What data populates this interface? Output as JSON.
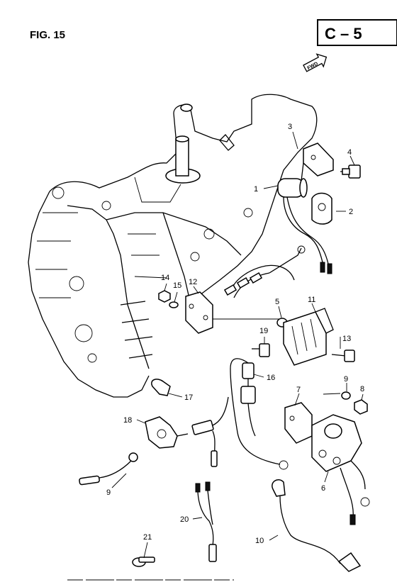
{
  "figure": {
    "title": "FIG. 15",
    "code": "C – 5",
    "fwd_label": "FWD"
  },
  "callouts": [
    {
      "id": "c1",
      "text": "1"
    },
    {
      "id": "c2",
      "text": "2"
    },
    {
      "id": "c3",
      "text": "3"
    },
    {
      "id": "c4",
      "text": "4"
    },
    {
      "id": "c5",
      "text": "5"
    },
    {
      "id": "c6",
      "text": "6"
    },
    {
      "id": "c7",
      "text": "7"
    },
    {
      "id": "c8",
      "text": "8"
    },
    {
      "id": "c9a",
      "text": "9"
    },
    {
      "id": "c9b",
      "text": "9"
    },
    {
      "id": "c10",
      "text": "10"
    },
    {
      "id": "c11",
      "text": "11"
    },
    {
      "id": "c12",
      "text": "12"
    },
    {
      "id": "c13",
      "text": "13"
    },
    {
      "id": "c14",
      "text": "14"
    },
    {
      "id": "c15",
      "text": "15"
    },
    {
      "id": "c16",
      "text": "16"
    },
    {
      "id": "c17",
      "text": "17"
    },
    {
      "id": "c18",
      "text": "18"
    },
    {
      "id": "c19",
      "text": "19"
    },
    {
      "id": "c20",
      "text": "20"
    },
    {
      "id": "c21",
      "text": "21"
    }
  ]
}
